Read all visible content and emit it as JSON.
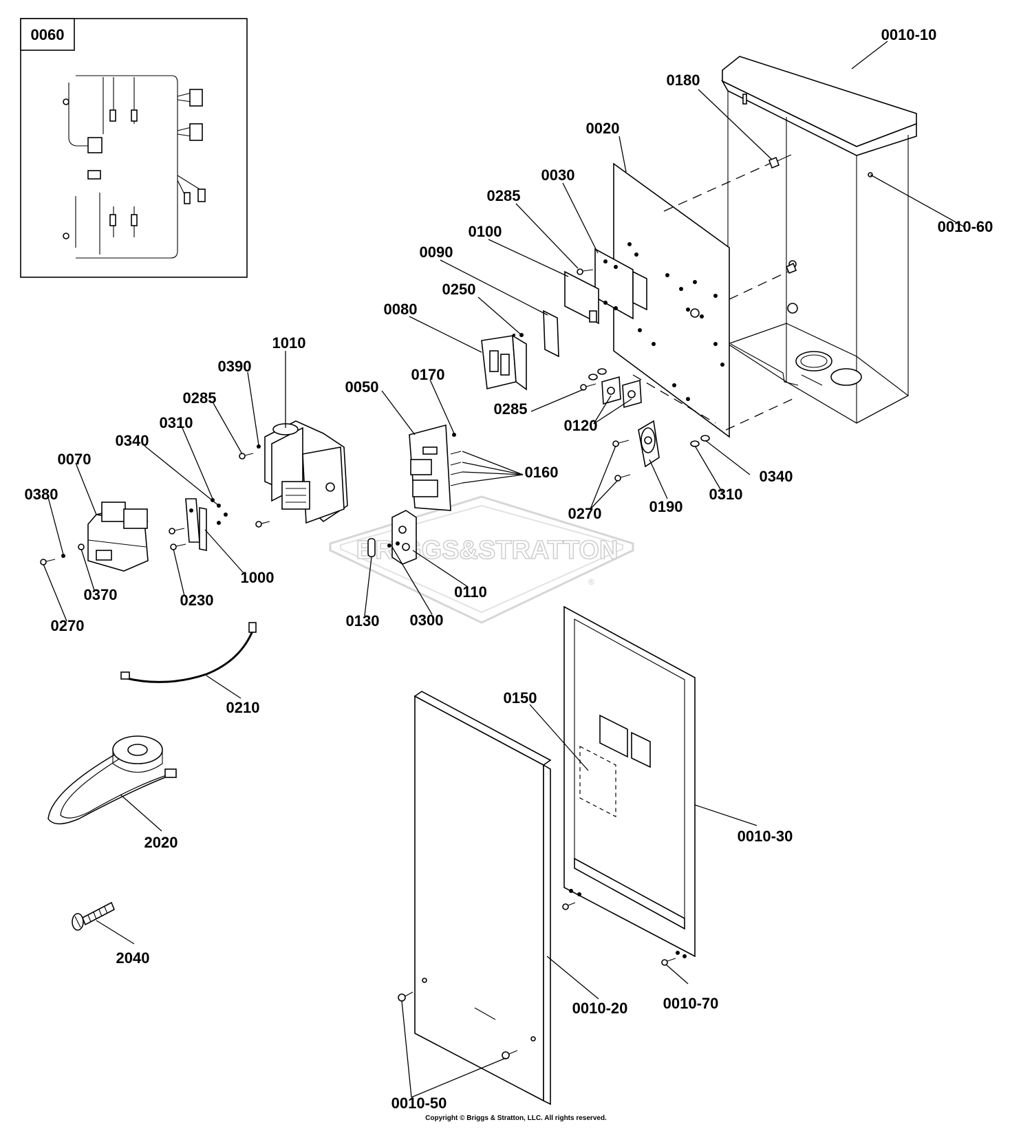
{
  "diagram": {
    "inset": {
      "label": "0060"
    },
    "watermark": {
      "text": "BRIGGS&STRATTON",
      "mark": "®"
    },
    "callouts": [
      {
        "id": "0010-10"
      },
      {
        "id": "0180"
      },
      {
        "id": "0020"
      },
      {
        "id": "0030"
      },
      {
        "id": "0285"
      },
      {
        "id": "0100"
      },
      {
        "id": "0090"
      },
      {
        "id": "0250"
      },
      {
        "id": "0080"
      },
      {
        "id": "0010-60"
      },
      {
        "id": "1010"
      },
      {
        "id": "0390"
      },
      {
        "id": "0285"
      },
      {
        "id": "0310"
      },
      {
        "id": "0340"
      },
      {
        "id": "0070"
      },
      {
        "id": "0380"
      },
      {
        "id": "0370"
      },
      {
        "id": "0270"
      },
      {
        "id": "0230"
      },
      {
        "id": "1000"
      },
      {
        "id": "0050"
      },
      {
        "id": "0170"
      },
      {
        "id": "0160"
      },
      {
        "id": "0285"
      },
      {
        "id": "0120"
      },
      {
        "id": "0270"
      },
      {
        "id": "0190"
      },
      {
        "id": "0310"
      },
      {
        "id": "0340"
      },
      {
        "id": "0110"
      },
      {
        "id": "0130"
      },
      {
        "id": "0300"
      },
      {
        "id": "0210"
      },
      {
        "id": "0150"
      },
      {
        "id": "0010-30"
      },
      {
        "id": "2020"
      },
      {
        "id": "2040"
      },
      {
        "id": "0010-20"
      },
      {
        "id": "0010-70"
      },
      {
        "id": "0010-50"
      }
    ],
    "copyright": "Copyright © Briggs & Stratton, LLC. All rights reserved."
  }
}
